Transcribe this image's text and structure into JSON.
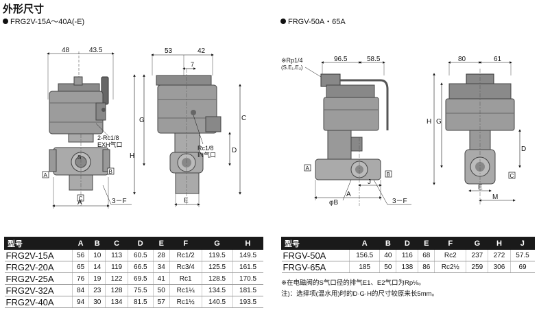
{
  "page_title": "外形尺寸",
  "left_section": {
    "subtitle": "FRG2V-15A～40A(-E)"
  },
  "right_section": {
    "subtitle": "FRGV-50A・65A"
  },
  "left_drawing": {
    "dim_48": "48",
    "dim_43_5": "43.5",
    "dim_53": "53",
    "dim_42": "42",
    "dim_7": "7",
    "label_G": "G",
    "label_C": "C",
    "label_H": "H",
    "label_D": "D",
    "label_A": "A",
    "label_E": "E",
    "exh_port": "2-Rc1/8",
    "exh_text": "EXH气口",
    "in_port": "Rc1/8",
    "in_text": "IN气口",
    "port_3F": "3－F",
    "box_A": "A",
    "box_B": "B",
    "box_C": "C",
    "s_mark": "S"
  },
  "right_drawing": {
    "rp_note": "※Rp1/4",
    "rp_sub": "(S.E₁.E₂)",
    "dim_96_5": "96.5",
    "dim_58_5": "58.5",
    "dim_80": "80",
    "dim_61": "61",
    "label_H": "H",
    "label_G": "G",
    "label_D": "D",
    "label_J": "J",
    "label_phiB": "φB",
    "label_A": "A",
    "label_E": "E",
    "label_M": "M",
    "port_3F": "3－F",
    "box_A": "A",
    "box_B": "B",
    "box_C": "C"
  },
  "left_table": {
    "headers": [
      "型号",
      "A",
      "B",
      "C",
      "D",
      "E",
      "F",
      "G",
      "H"
    ],
    "rows": [
      [
        "FRG2V-15A",
        "56",
        "10",
        "113",
        "60.5",
        "28",
        "Rc1/2",
        "119.5",
        "149.5"
      ],
      [
        "FRG2V-20A",
        "65",
        "14",
        "119",
        "66.5",
        "34",
        "Rc3/4",
        "125.5",
        "161.5"
      ],
      [
        "FRG2V-25A",
        "76",
        "19",
        "122",
        "69.5",
        "41",
        "Rc1",
        "128.5",
        "170.5"
      ],
      [
        "FRG2V-32A",
        "84",
        "23",
        "128",
        "75.5",
        "50",
        "Rc1¼",
        "134.5",
        "181.5"
      ],
      [
        "FRG2V-40A",
        "94",
        "30",
        "134",
        "81.5",
        "57",
        "Rc1½",
        "140.5",
        "193.5"
      ]
    ]
  },
  "right_table": {
    "headers": [
      "型号",
      "A",
      "B",
      "D",
      "E",
      "F",
      "G",
      "H",
      "J"
    ],
    "rows": [
      [
        "FRGV-50A",
        "156.5",
        "40",
        "116",
        "68",
        "Rc2",
        "237",
        "272",
        "57.5"
      ],
      [
        "FRGV-65A",
        "185",
        "50",
        "138",
        "86",
        "Rc2½",
        "259",
        "306",
        "69"
      ]
    ]
  },
  "notes": {
    "note1": "※在电磁阀的S气口径的排气E1、E2气口为Rp⅛。",
    "note2": "注)：选择项(温水用)时的D·G·H的尺寸较原来长5mm。"
  }
}
